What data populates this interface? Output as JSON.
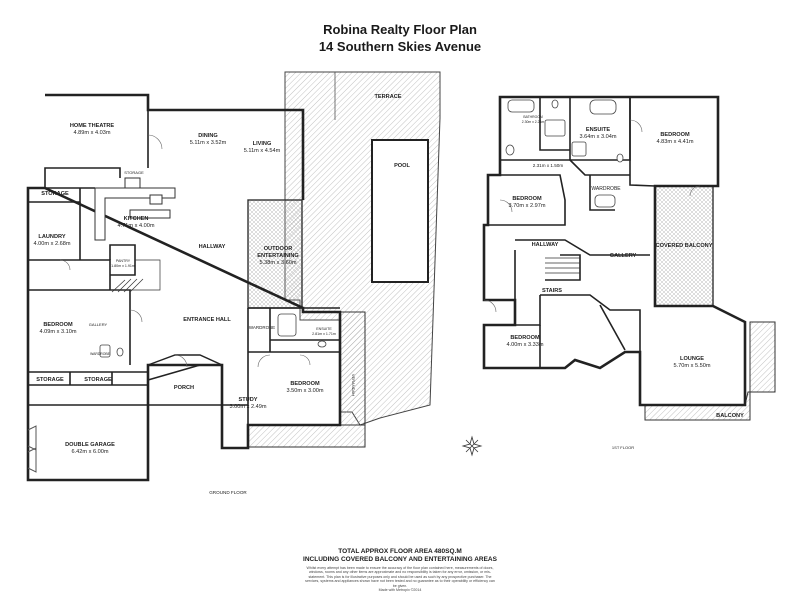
{
  "header": {
    "title": "Robina Realty Floor Plan",
    "subtitle": "14 Southern Skies Avenue"
  },
  "ground": {
    "home_theatre": "HOME THEATRE",
    "home_theatre_dim": "4.89m x 4.03m",
    "dining": "DINING",
    "dining_dim": "5.11m x 3.52m",
    "living": "LIVING",
    "living_dim": "5.11m x 4.54m",
    "storage_top": "STORAGE",
    "storage_small": "STORAGE",
    "kitchen": "KITCHEN",
    "kitchen_dim": "4.71m x 4.00m",
    "pantry": "PANTRY",
    "pantry_dim": "1.80m x 1.91m",
    "laundry": "LAUNDRY",
    "laundry_dim": "4.00m x 2.68m",
    "hallway": "HALLWAY",
    "outdoor": "OUTDOOR",
    "entertaining": "ENTERTAINING",
    "outdoor_dim": "5.38m x 3.60m",
    "bedroom": "BEDROOM",
    "bedroom_dim": "4.09m x 3.10m",
    "gallery": "GALLERY",
    "wardrobe_small": "WARDROBE",
    "entrance_hall": "ENTRANCE HALL",
    "wardrobe": "WARDROBE",
    "ensuite": "ENSUITE",
    "ensuite_dim": "2.81m x 1.71m",
    "storage_a": "STORAGE",
    "storage_b": "STORAGE",
    "porch": "PORCH",
    "study": "STUDY",
    "study_dim": "3.00m x 2.49m",
    "bedroom2": "BEDROOM",
    "bedroom2_dim": "3.50m x 3.00m",
    "verandah": "VERANDAH",
    "garage": "DOUBLE GARAGE",
    "garage_dim": "6.42m x 6.00m",
    "terrace": "TERRACE",
    "pool": "POOL",
    "floor_label": "GROUND FLOOR"
  },
  "first": {
    "bathroom": "BATHROOM",
    "bathroom_dim": "2.30m x 2.24m",
    "ensuite": "ENSUITE",
    "ensuite_dim": "3.64m x 3.04m",
    "bedroom1": "BEDROOM",
    "bedroom1_dim": "4.83m x 4.41m",
    "wc_dim": "2.31m x 1.50m",
    "bedroom2": "BEDROOM",
    "bedroom2_dim": "3.70m x 2.97m",
    "wardrobe": "WARDROBE",
    "hallway": "HALLWAY",
    "gallery": "GALLERY",
    "covered_balcony": "COVERED BALCONY",
    "stairs": "STAIRS",
    "bedroom3": "BEDROOM",
    "bedroom3_dim": "4.00m x 3.33m",
    "lounge": "LOUNGE",
    "lounge_dim": "5.70m x 5.50m",
    "balcony": "BALCONY",
    "floor_label": "1ST FLOOR"
  },
  "footer": {
    "area": "TOTAL APPROX FLOOR AREA 480SQ.M",
    "including": "INCLUDING COVERED BALCONY AND ENTERTAINING AREAS",
    "disclaimer": "Whilst every attempt has been made to ensure the accuracy of the floor plan contained here, measurements of doors, windows, rooms and any other items are approximate and no responsibility is taken for any error, omission, or mis-statement. This plan is for illustrative purposes only and should be used as such by any prospective purchaser. The services, systems and appliances shown have not been tested and no guarantee as to their operability or efficiency can be given.",
    "made_with": "Made with Metropix ©2014"
  }
}
